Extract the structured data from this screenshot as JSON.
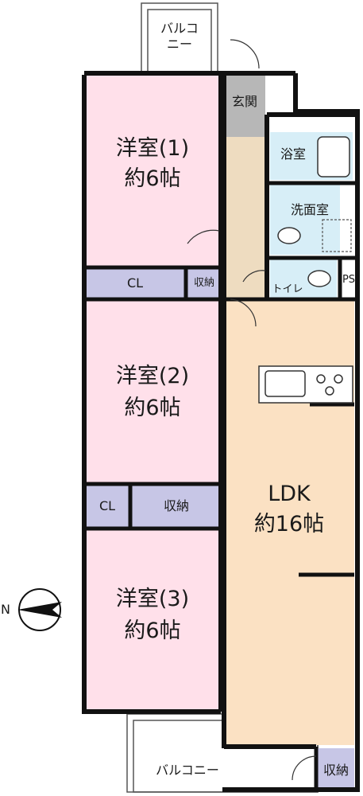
{
  "colors": {
    "bedroom": "#ffe0ea",
    "closet": "#c7c6e6",
    "ldk": "#fbe1c3",
    "entrance": "#b7b7b7",
    "corridor": "#eedcc0",
    "wet": "#d7eef7",
    "wall": "#111111"
  },
  "rooms": {
    "balcony_top": "バルコ\nニー",
    "entrance": "玄関",
    "bath": "浴室",
    "washroom": "洗面室",
    "toilet": "トイレ",
    "ps": "PS",
    "room1": {
      "name": "洋室(1)",
      "size": "約6帖"
    },
    "cl1": "CL",
    "storage1": "収納",
    "room2": {
      "name": "洋室(2)",
      "size": "約6帖"
    },
    "cl2": "CL",
    "storage2": "収納",
    "room3": {
      "name": "洋室(3)",
      "size": "約6帖"
    },
    "ldk": {
      "name": "LDK",
      "size": "約16帖"
    },
    "balcony_bottom": "バルコニー",
    "storage3": "収納"
  },
  "compass": {
    "label": "N",
    "icon": "north-arrow-icon"
  }
}
